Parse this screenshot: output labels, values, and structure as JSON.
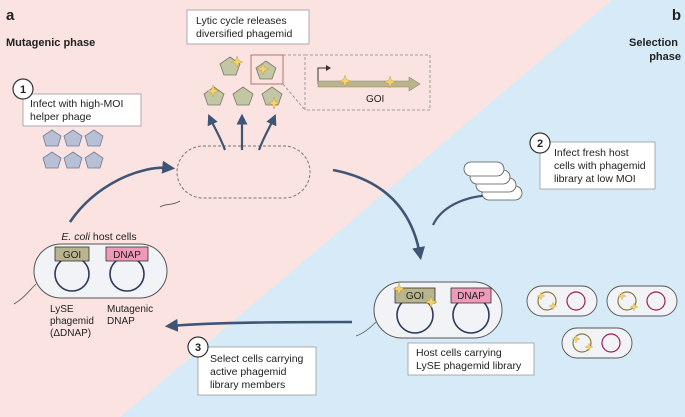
{
  "panel_a": {
    "letter": "a",
    "title": "Mutagenic phase"
  },
  "panel_b": {
    "letter": "b",
    "title_line1": "Selection",
    "title_line2": "phase"
  },
  "steps": [
    {
      "number": "1",
      "line1": "Infect with high-MOI",
      "line2": "helper phage",
      "line3": ""
    },
    {
      "number": "2",
      "line1": "Infect fresh host",
      "line2": "cells with phagemid",
      "line3": "library at low MOI"
    },
    {
      "number": "3",
      "line1": "Select cells carrying",
      "line2": "active phagemid",
      "line3": "library members"
    }
  ],
  "lytic_box": {
    "line1": "Lytic cycle releases",
    "line2": "diversified phagemid"
  },
  "inset": {
    "gene_label": "GOI"
  },
  "host_cell": {
    "title_italic": "E. coli",
    "title_rest": " host cells",
    "gene1": "GOI",
    "gene2": "DNAP",
    "label1_line1": "LySE",
    "label1_line2": "phagemid",
    "label1_line3": "(ΔDNAP)",
    "label2_line1": "Mutagenic",
    "label2_line2": "DNAP"
  },
  "library_cell": {
    "gene1": "GOI",
    "gene2": "DNAP",
    "caption_line1": "Host cells carrying",
    "caption_line2": "LySE phagemid library"
  },
  "colors": {
    "background_left": "#fbe3e1",
    "background_right": "#d6ebf7",
    "goi_box": "#b8b58e",
    "dnap_box": "#ee9ab8",
    "phage_fill": "#b7c0d4",
    "phagemid_fill": "#c3c6a4",
    "mutation_star": "#f4d36b",
    "arrow": "#3f5575",
    "plasmid_ring": "#2d3a5c",
    "dnap_ring": "#9e1c5a"
  }
}
